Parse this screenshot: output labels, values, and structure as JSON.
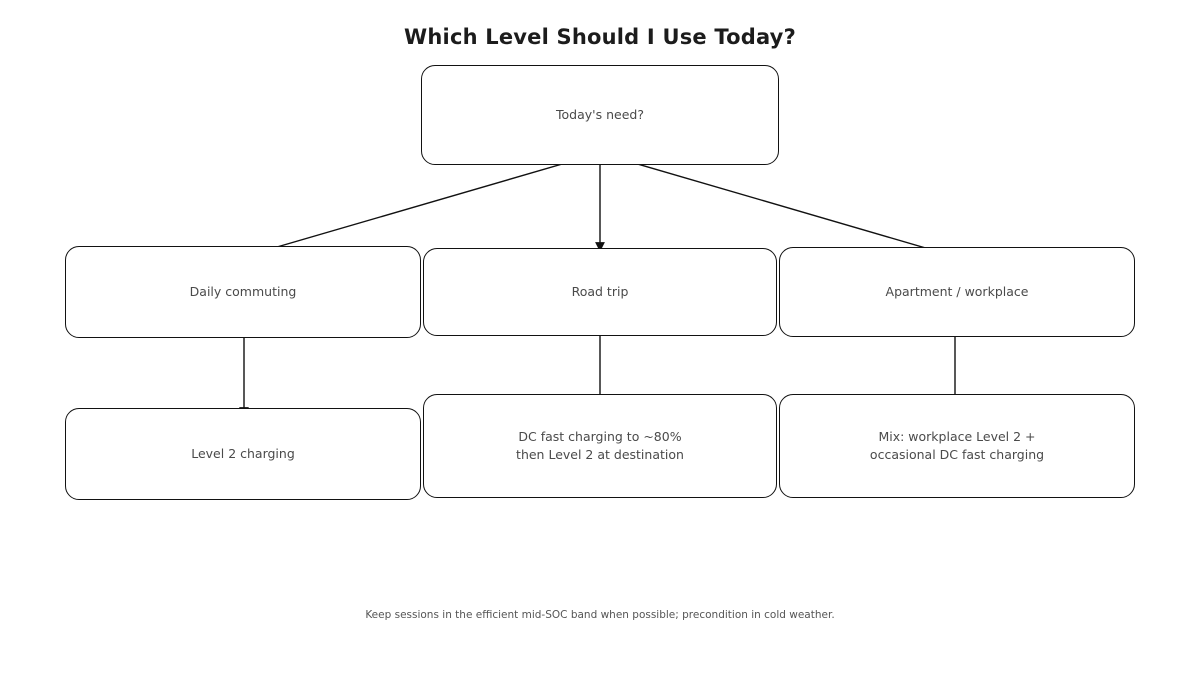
{
  "diagram": {
    "title": "Which Level Should I Use Today?",
    "footnote": "Keep sessions in the efficient mid-SOC band when possible; precondition in cold weather.",
    "colors": {
      "background": "#ffffff",
      "node_border": "#121212",
      "node_fill": "#ffffff",
      "node_text": "#4a4a4a",
      "title_text": "#1c1c1c",
      "edge": "#111111",
      "footnote_text": "#555555"
    },
    "nodes": [
      {
        "id": "root",
        "label": "Today's need?",
        "row": 1,
        "column": "center"
      },
      {
        "id": "commute",
        "label": "Daily commuting",
        "row": 2,
        "column": "left"
      },
      {
        "id": "roadtrip",
        "label": "Road trip",
        "row": 2,
        "column": "center"
      },
      {
        "id": "apartment",
        "label": "Apartment / workplace",
        "row": 2,
        "column": "right"
      },
      {
        "id": "level2",
        "label": "Level 2 charging",
        "row": 3,
        "column": "left"
      },
      {
        "id": "dcfast",
        "label": "DC fast charging to ~80%\nthen Level 2 at destination",
        "row": 3,
        "column": "center"
      },
      {
        "id": "mix",
        "label": "Mix: workplace Level 2 +\noccasional DC fast charging",
        "row": 3,
        "column": "right"
      }
    ],
    "edges": [
      {
        "from": "root",
        "to": "commute"
      },
      {
        "from": "root",
        "to": "roadtrip"
      },
      {
        "from": "root",
        "to": "apartment"
      },
      {
        "from": "commute",
        "to": "level2"
      },
      {
        "from": "roadtrip",
        "to": "dcfast"
      },
      {
        "from": "apartment",
        "to": "mix"
      }
    ]
  }
}
